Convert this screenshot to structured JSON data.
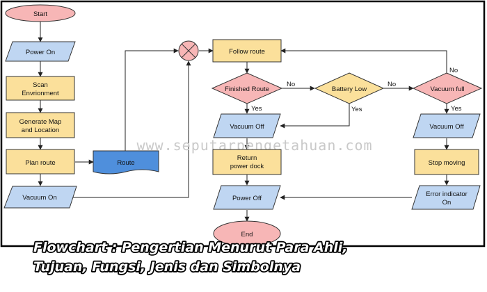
{
  "nodes": {
    "start": "Start",
    "power_on_1": "Power On",
    "scan": [
      "Scan",
      "Envrionment"
    ],
    "generate": [
      "Generate Map",
      "and Location"
    ],
    "plan": "Plan route",
    "route": "Route",
    "vacuum_on": "Vacuum On",
    "follow": "Follow route",
    "finished": "Finished Route",
    "battery": "Battery Low",
    "vacuum_full": "Vacuum full",
    "vacuum_off_1": "Vacuum Off",
    "vacuum_off_2": "Vacuum Off",
    "return_dock": [
      "Return",
      "power dock"
    ],
    "stop": "Stop moving",
    "power_off": "Power Off",
    "error": [
      "Error indicator",
      "On"
    ],
    "end": "End"
  },
  "edges": {
    "no_1": "No",
    "no_2": "No",
    "no_3": "No",
    "yes_1": "Yes",
    "yes_2": "Yes",
    "yes_3": "Yes"
  },
  "watermark": "www.seputarpengetahuan.com",
  "caption": {
    "line1": "Flowchart : Pengertian Menurut Para Ahli,",
    "line2": "Tujuan, Fungsi, Jenis dan Simbolnya"
  },
  "colors": {
    "terminal": "#f7b6b6",
    "io": "#bfd6f2",
    "process": "#fbe09b",
    "document": "#4f8fdc",
    "stroke": "#333333"
  }
}
